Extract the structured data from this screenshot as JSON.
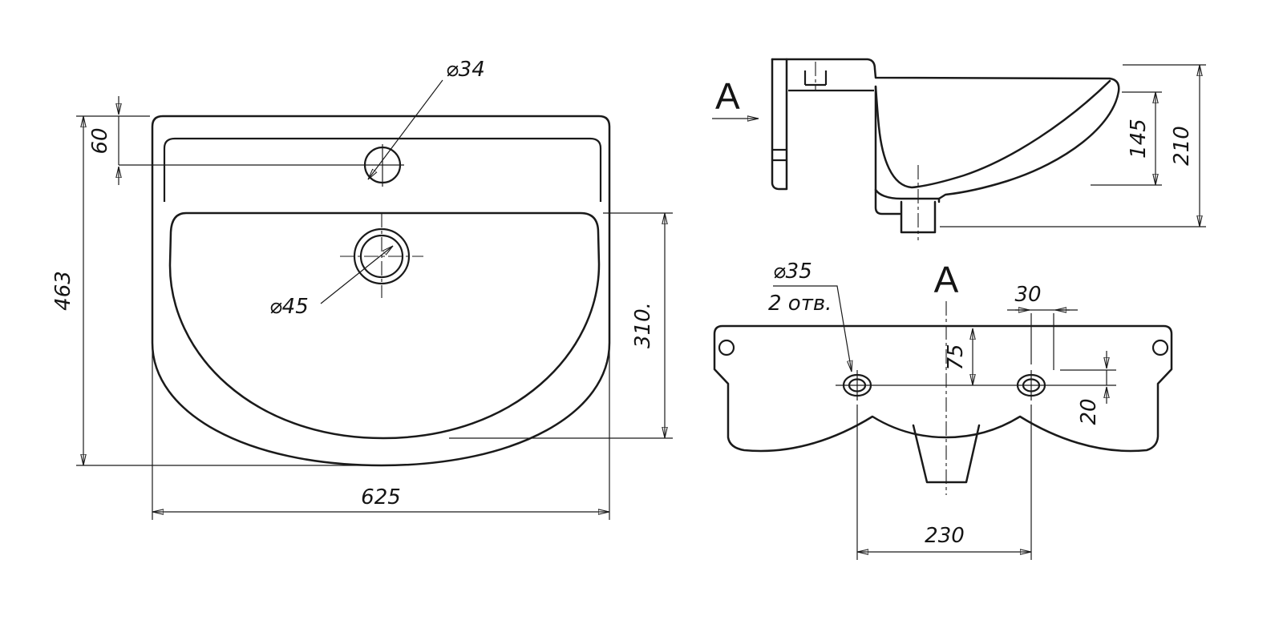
{
  "colors": {
    "line": "#1a1a1a",
    "background": "#ffffff"
  },
  "plan_view": {
    "dim_faucet_hole_diameter": "⌀34",
    "dim_faucet_offset": "60",
    "dim_overall_depth": "463",
    "dim_drain_diameter": "⌀45",
    "dim_bowl_depth": "310.",
    "dim_overall_width": "625"
  },
  "side_view": {
    "view_direction_label": "A",
    "dim_front_height": "145",
    "dim_overall_height": "210"
  },
  "front_view": {
    "view_label": "A",
    "dim_tap_hole_diameter": "⌀35",
    "dim_tap_hole_count": "2 отв.",
    "dim_offset_30": "30",
    "dim_offset_75": "75",
    "dim_offset_20": "20",
    "dim_tap_hole_spacing": "230"
  }
}
